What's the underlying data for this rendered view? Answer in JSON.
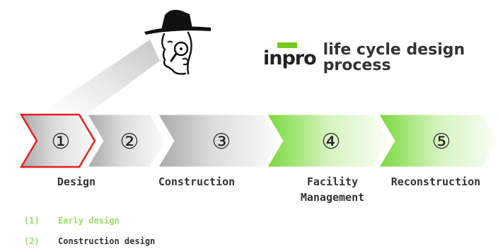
{
  "title": {
    "logo_text": "inpro",
    "heading": "life cycle design process"
  },
  "colors": {
    "accent_green": "#7ed44a",
    "highlight_red": "#e3211f",
    "text_dark": "#333333",
    "text_light_green": "#99df6a"
  },
  "steps": [
    {
      "symbol": "①",
      "active": true
    },
    {
      "symbol": "②",
      "active": false
    },
    {
      "symbol": "③",
      "active": false
    },
    {
      "symbol": "④",
      "active": false
    },
    {
      "symbol": "⑤",
      "active": false
    }
  ],
  "phases": [
    {
      "label": "Design",
      "active": true
    },
    {
      "label": "Construction",
      "active": false
    },
    {
      "label": "Facility\nManagement",
      "active": false
    },
    {
      "label": "Reconstruction",
      "active": false
    }
  ],
  "legend": [
    {
      "number": "(1)",
      "text": "Early design",
      "active": true
    },
    {
      "number": "(2)",
      "text": "Construction design",
      "active": false
    }
  ]
}
